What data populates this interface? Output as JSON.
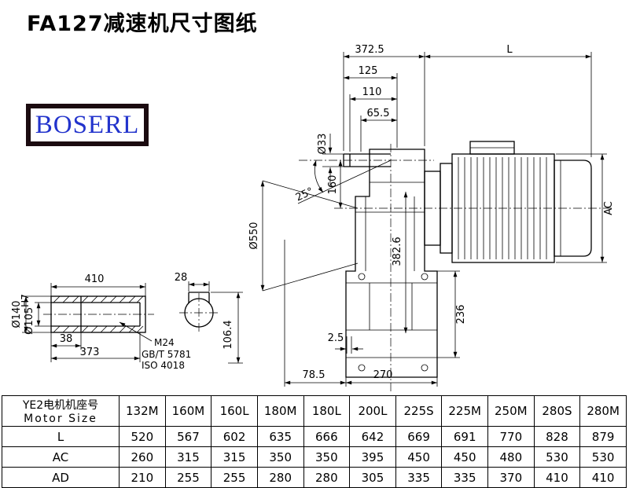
{
  "title": "FA127减速机尺寸图纸",
  "logo": "BOSERL",
  "dims": {
    "top_width": "372.5",
    "motor_length": "L",
    "d125": "125",
    "d110": "110",
    "d65_5": "65.5",
    "shaft_dia": "Ø33",
    "d160": "160",
    "angle": "25°",
    "housing_dia": "Ø550",
    "d382_6": "382.6",
    "motor_dia": "AC",
    "d236": "236",
    "d2_5": "2.5",
    "d78_5": "78.5",
    "d270": "270",
    "d410": "410",
    "bore_outer": "Ø140",
    "bore_inner": "Ø105",
    "bore_tol": "H7",
    "d38": "38",
    "d373": "373",
    "d28": "28",
    "d106_4": "106.4",
    "thread": "M24",
    "std1": "GB/T 5781",
    "std2": "ISO 4018"
  },
  "table": {
    "header": {
      "line1": "YE2电机机座号",
      "line2": "Motor Size",
      "columns": [
        "132M",
        "160M",
        "160L",
        "180M",
        "180L",
        "200L",
        "225S",
        "225M",
        "250M",
        "280S",
        "280M"
      ]
    },
    "rows": [
      {
        "label": "L",
        "values": [
          520,
          567,
          602,
          635,
          666,
          642,
          669,
          691,
          770,
          828,
          879
        ]
      },
      {
        "label": "AC",
        "values": [
          260,
          315,
          315,
          350,
          350,
          395,
          450,
          450,
          480,
          530,
          530
        ]
      },
      {
        "label": "AD",
        "values": [
          210,
          255,
          255,
          280,
          280,
          305,
          335,
          335,
          370,
          410,
          410
        ]
      }
    ]
  }
}
